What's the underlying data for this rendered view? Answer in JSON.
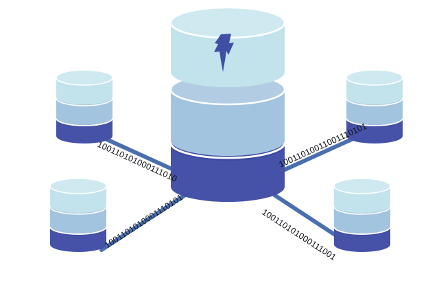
{
  "diagram": {
    "title": "Distributed database replication diagram",
    "background_color": "#ffffff",
    "central_node": {
      "name": "central-database",
      "tiers": [
        {
          "label": "top-tier",
          "color": "#c3e3ec"
        },
        {
          "label": "middle-tier",
          "color": "#a3c4de"
        },
        {
          "label": "bottom-tier",
          "color": "#4552a8"
        }
      ],
      "badge": "lightning-bolt",
      "badge_color": "#3f4fa3"
    },
    "nodes": [
      {
        "id": "node-top-left",
        "name": "database-node-top-left",
        "tiers": [
          "#c3e3ec",
          "#a3c4de",
          "#4552a8"
        ]
      },
      {
        "id": "node-top-right",
        "name": "database-node-top-right",
        "tiers": [
          "#c3e3ec",
          "#a3c4de",
          "#4552a8"
        ]
      },
      {
        "id": "node-bottom-left",
        "name": "database-node-bottom-left",
        "tiers": [
          "#c3e3ec",
          "#a3c4de",
          "#4552a8"
        ]
      },
      {
        "id": "node-bottom-right",
        "name": "database-node-bottom-right",
        "tiers": [
          "#c3e3ec",
          "#a3c4de",
          "#4552a8"
        ]
      }
    ],
    "connections": [
      {
        "id": "link-top-left",
        "name": "connection-link-top-left",
        "binary": "100110101000111010",
        "line_color": "#4a6fb0"
      },
      {
        "id": "link-top-right",
        "name": "connection-link-top-right",
        "binary": "10011010011001110101",
        "line_color": "#4a6fb0"
      },
      {
        "id": "link-bottom-left",
        "name": "connection-link-bottom-left",
        "binary": "1001101010001110101",
        "line_color": "#4a6fb0"
      },
      {
        "id": "link-bottom-right",
        "name": "connection-link-bottom-right",
        "binary": "100110101000111001",
        "line_color": "#4a6fb0"
      }
    ],
    "colors": {
      "light_blue": "#c3e3ec",
      "mid_blue": "#a3c4de",
      "dark_blue": "#4552a8",
      "line_blue": "#4a6fb0",
      "outline": "#ffffff",
      "text": "#12131a"
    }
  }
}
